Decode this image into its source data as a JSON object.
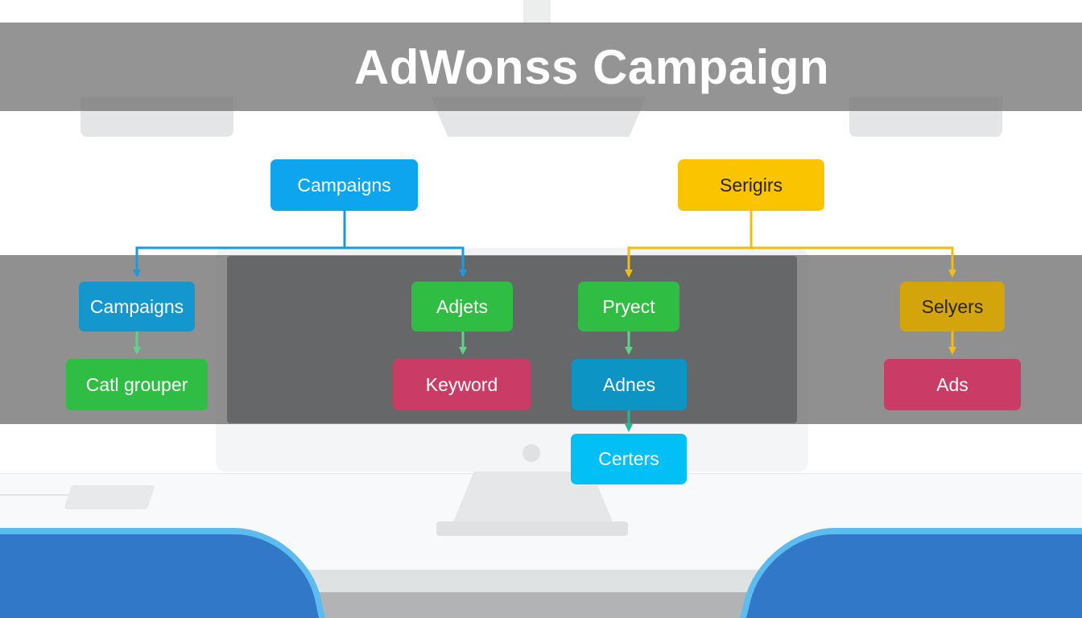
{
  "title": "AdWonss Campaign",
  "colors": {
    "blue_root": "#0ea5ef",
    "yellow_root": "#fbc400",
    "green": "#2fbd43",
    "pink": "#c93c66",
    "teal_blue": "#0b94c4",
    "cyan": "#02c0f5",
    "mustard": "#d4a50a",
    "blue_line": "#1a9be0",
    "yellow_line": "#f2bd0c",
    "green_line": "#5cd48a",
    "teal_line": "#22b89a"
  },
  "diagram": {
    "roots": [
      {
        "id": "campaigns-root",
        "label": "Campaigns"
      },
      {
        "id": "serigirs-root",
        "label": "Serigirs"
      }
    ],
    "nodes": {
      "campaigns_child": "Campaigns",
      "catl_grouper": "Catl grouper",
      "adjets": "Adjets",
      "keyword": "Keyword",
      "pryect": "Pryect",
      "adnes": "Adnes",
      "certers": "Certers",
      "selyers": "Selyers",
      "ads": "Ads"
    },
    "edges": [
      [
        "Campaigns (root)",
        "Campaigns"
      ],
      [
        "Campaigns (root)",
        "Adjets"
      ],
      [
        "Campaigns",
        "Catl grouper"
      ],
      [
        "Adjets",
        "Keyword"
      ],
      [
        "Serigirs",
        "Pryect"
      ],
      [
        "Serigirs",
        "Selyers"
      ],
      [
        "Pryect",
        "Adnes"
      ],
      [
        "Adnes",
        "Certers"
      ],
      [
        "Selyers",
        "Ads"
      ]
    ]
  }
}
